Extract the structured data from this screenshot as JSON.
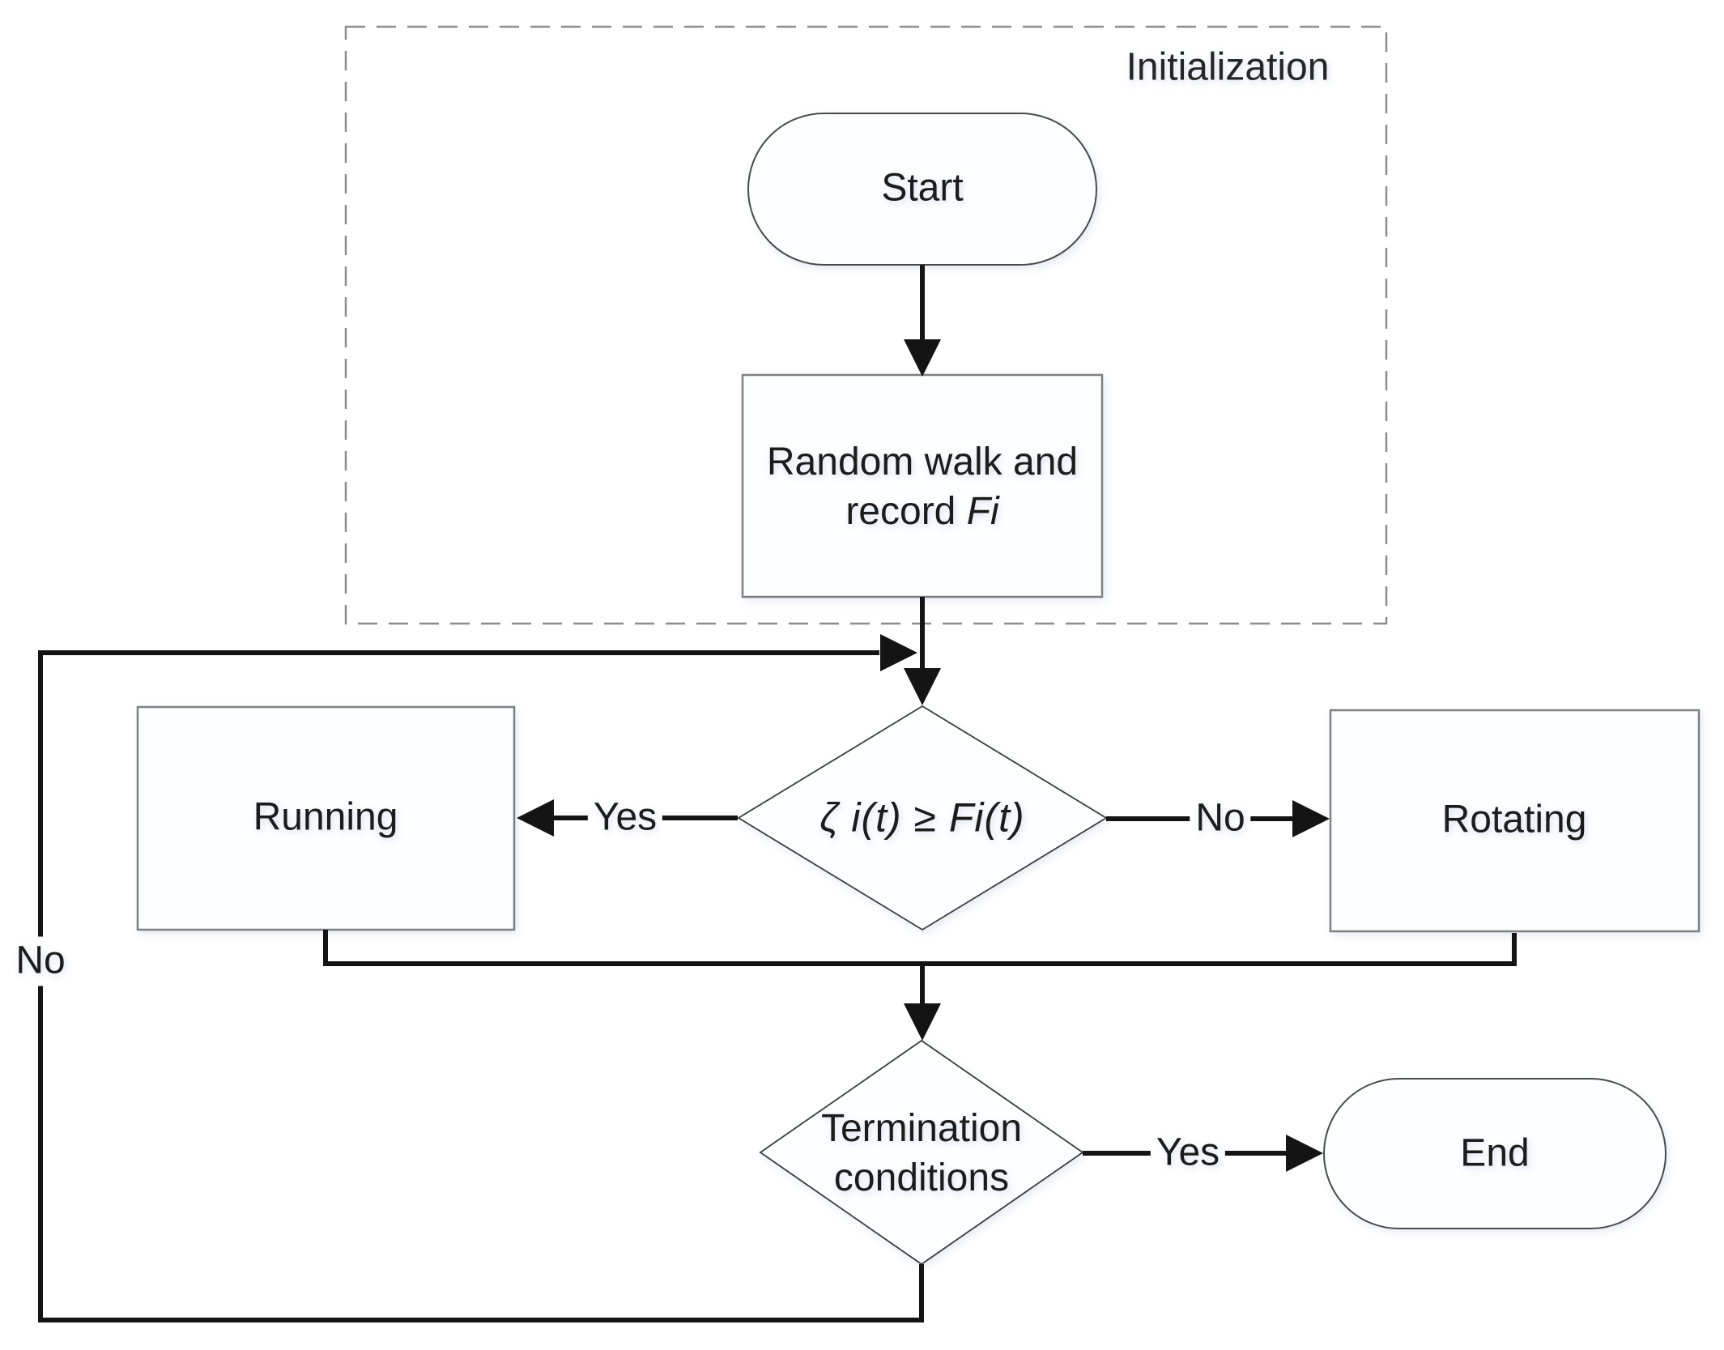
{
  "diagram": {
    "container_label": "Initialization",
    "nodes": {
      "start": {
        "label": "Start"
      },
      "random_walk": {
        "line1": "Random walk and",
        "line2_prefix": "record ",
        "line2_math": "Fi"
      },
      "decision1": {
        "formula": "ζ i(t) ≥ Fi(t)"
      },
      "running": {
        "label": "Running"
      },
      "rotating": {
        "label": "Rotating"
      },
      "decision2": {
        "line1": "Termination",
        "line2": "conditions"
      },
      "end": {
        "label": "End"
      }
    },
    "edges": {
      "decision1_yes": "Yes",
      "decision1_no": "No",
      "decision2_yes": "Yes",
      "decision2_no": "No"
    },
    "colors": {
      "connector": "#141414",
      "process_border": "#808080",
      "terminal_border": "#4a4a4a",
      "decision_border": "#3d3d3d",
      "dashed_container_border": "#8c8c8c",
      "shape_fill": "#fdfeff",
      "text": "#1c1c1c"
    }
  }
}
